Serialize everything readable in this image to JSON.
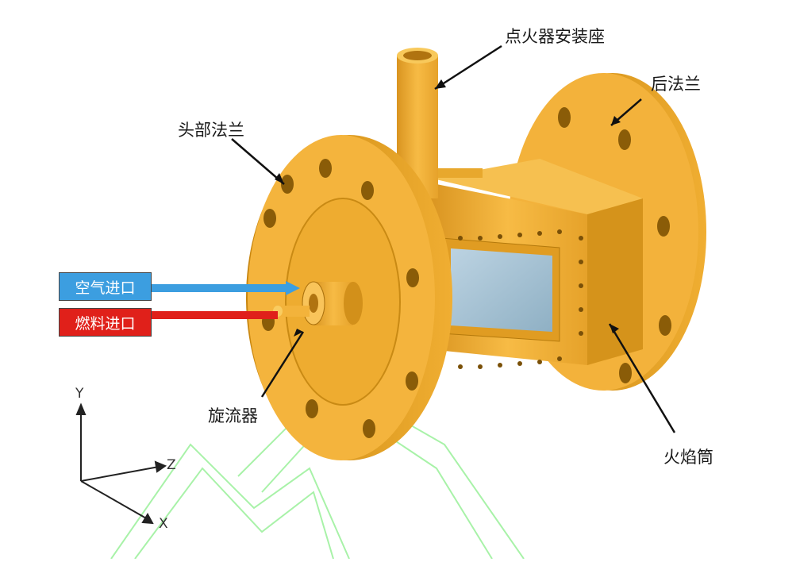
{
  "labels": {
    "igniter_mount": "点火器安装座",
    "rear_flange": "后法兰",
    "head_flange": "头部法兰",
    "air_inlet": "空气进口",
    "fuel_inlet": "燃料进口",
    "swirler": "旋流器",
    "flame_tube": "火焰筒"
  },
  "axes": {
    "x": "X",
    "y": "Y",
    "z": "Z"
  },
  "colors": {
    "body": "#f2b13a",
    "body_dark": "#c98a14",
    "body_light": "#ffd06a",
    "air": "#3c9ee0",
    "fuel": "#e0201a",
    "window": "#a9c7d9",
    "watermark": "#9ff09f"
  }
}
